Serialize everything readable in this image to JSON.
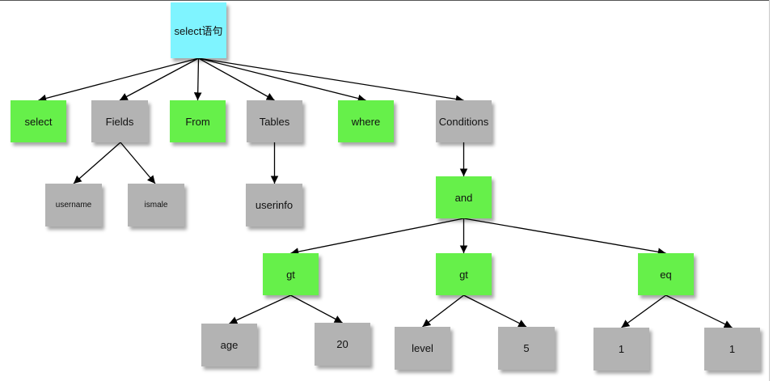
{
  "diagram": {
    "root": {
      "label": "select语句"
    },
    "clauses": [
      {
        "label": "select",
        "kind": "keyword"
      },
      {
        "label": "Fields",
        "kind": "value"
      },
      {
        "label": "From",
        "kind": "keyword"
      },
      {
        "label": "Tables",
        "kind": "value"
      },
      {
        "label": "where",
        "kind": "keyword"
      },
      {
        "label": "Conditions",
        "kind": "value"
      }
    ],
    "fields": [
      {
        "label": "username"
      },
      {
        "label": "ismale"
      }
    ],
    "tables": [
      {
        "label": "userinfo"
      }
    ],
    "conditions": {
      "label": "and",
      "children": [
        {
          "label": "gt",
          "operands": [
            "age",
            "20"
          ]
        },
        {
          "label": "gt",
          "operands": [
            "level",
            "5"
          ]
        },
        {
          "label": "eq",
          "operands": [
            "1",
            "1"
          ]
        }
      ]
    }
  },
  "colors": {
    "root": "#7ff4ff",
    "keyword": "#66f04a",
    "value": "#b3b3b3",
    "edge": "#000000"
  }
}
